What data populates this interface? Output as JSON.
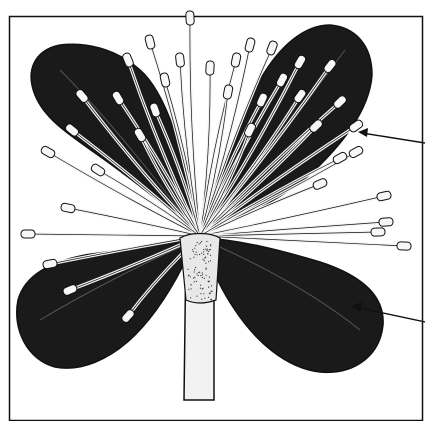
{
  "figure": {
    "subject": "flower-illustration",
    "parts": [
      "petal",
      "stamen",
      "anther",
      "filament",
      "receptacle",
      "pedicel"
    ],
    "pointers": 2,
    "colors": {
      "petal": "#1a1a1a",
      "line": "#111111",
      "paper": "#ffffff",
      "stem": "#f2f2f2"
    }
  }
}
